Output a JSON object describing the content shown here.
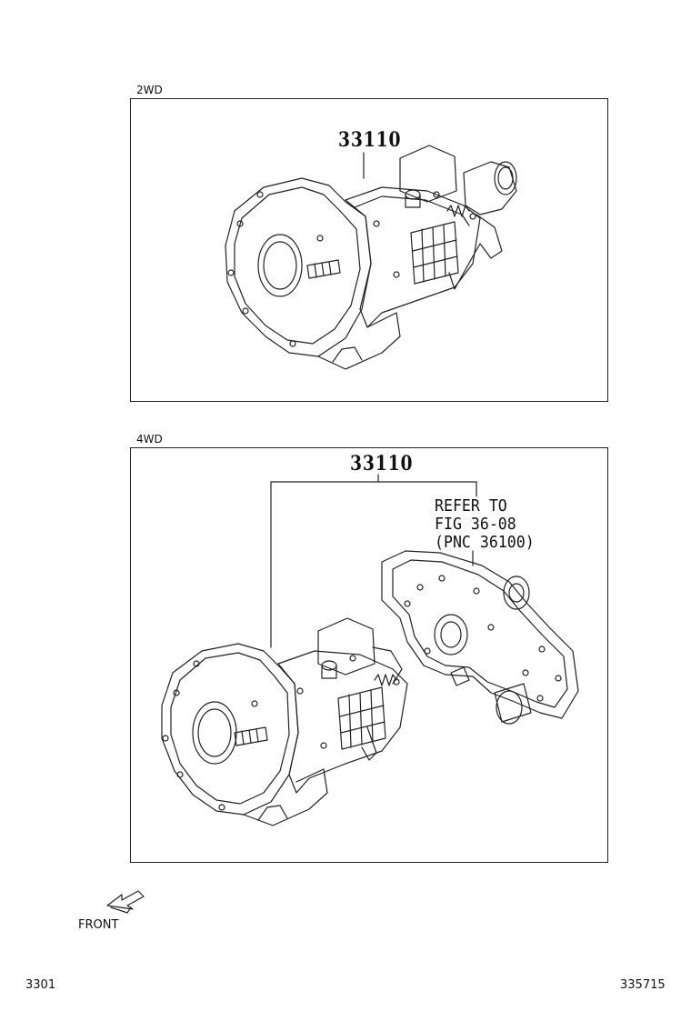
{
  "panels": [
    {
      "label": "2WD",
      "part_number": "33110"
    },
    {
      "label": "4WD",
      "part_number": "33110",
      "refer": [
        "REFER TO",
        "FIG 36-08",
        "(PNC 36100)"
      ]
    }
  ],
  "front_label": "FRONT",
  "footer": {
    "left": "3301",
    "right": "335715"
  }
}
